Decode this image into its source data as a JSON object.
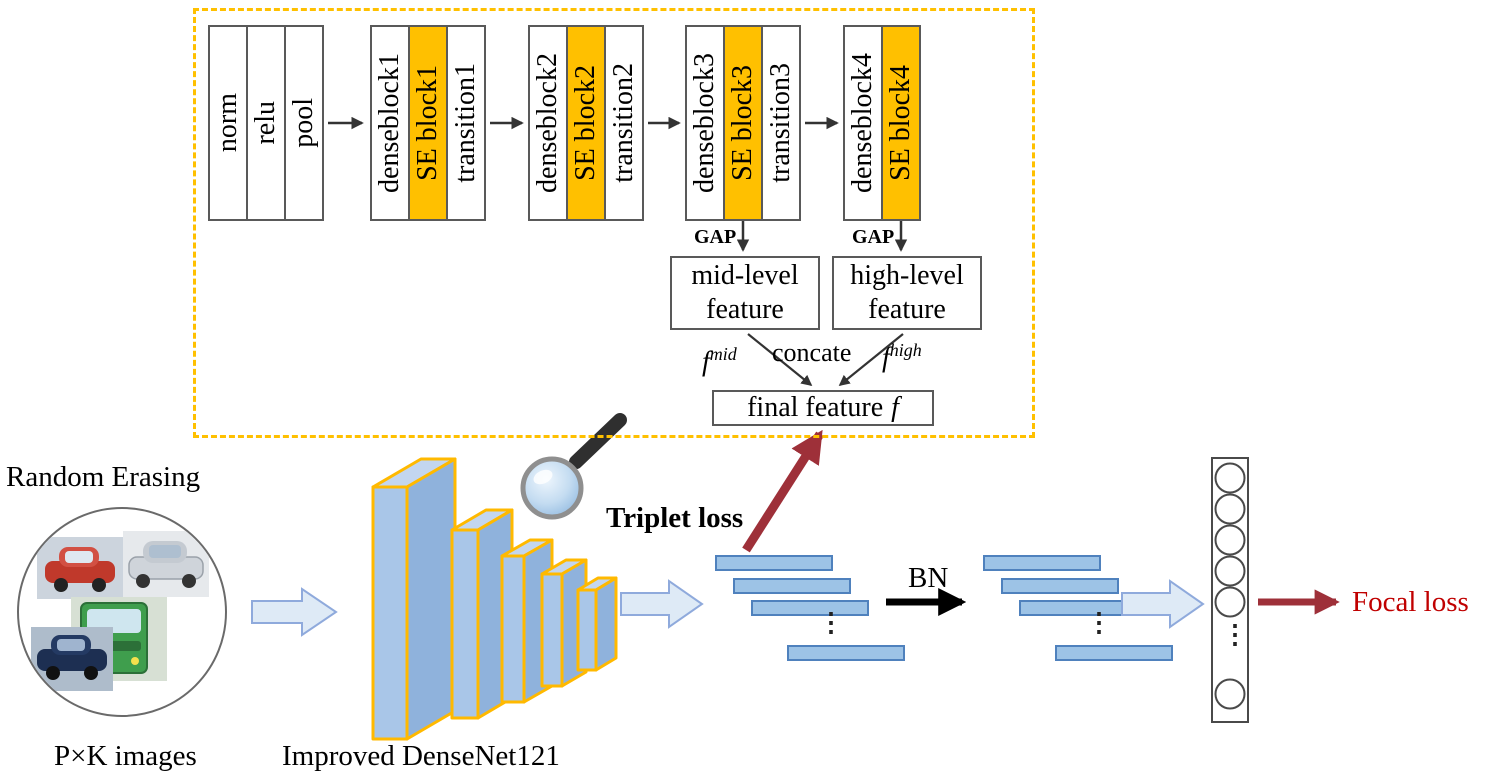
{
  "colors": {
    "module_dash": "#FFC000",
    "se_block_fill": "#FFC000",
    "box_border": "#595959",
    "slab_fill": "#A9C6E8",
    "slab_outline": "#FFB900",
    "bar_fill": "#9DC3E6",
    "block_arrow_fill": "#DEEAF6",
    "loss_arrow": "#9E3039",
    "focal_loss_text": "#C00000"
  },
  "dashed_module": {
    "stem": [
      "norm",
      "relu",
      "pool"
    ],
    "stages": [
      {
        "dense": "denseblock1",
        "se": "SE block1",
        "trans": "transition1"
      },
      {
        "dense": "denseblock2",
        "se": "SE block2",
        "trans": "transition2"
      },
      {
        "dense": "denseblock3",
        "se": "SE block3",
        "trans": "transition3"
      },
      {
        "dense": "denseblock4",
        "se": "SE block4"
      }
    ],
    "gap": "GAP",
    "mid_feature": "mid-level feature",
    "high_feature": "high-level feature",
    "f": "f",
    "sup_mid": "mid",
    "sup_high": "high",
    "concate": "concate",
    "final_feature": "final feature",
    "final_f": "f"
  },
  "flow": {
    "random_erasing": "Random Erasing",
    "pk_images": "P×K images",
    "densenet_caption": "Improved DenseNet121",
    "triplet_loss": "Triplet loss",
    "bn": "BN",
    "focal_loss": "Focal loss",
    "dots": "⋮"
  }
}
